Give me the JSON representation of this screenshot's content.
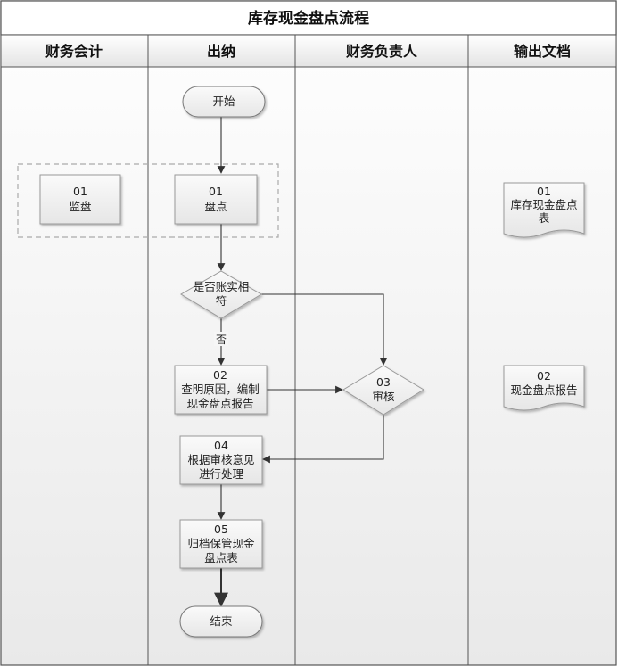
{
  "title": "库存现金盘点流程",
  "lanes": [
    "财务会计",
    "出纳",
    "财务负责人",
    "输出文档"
  ],
  "nodes": {
    "start": "开始",
    "monitor": [
      "01",
      "监盘"
    ],
    "count": [
      "01",
      "盘点"
    ],
    "decision": [
      "是否账实相",
      "符"
    ],
    "investigate": [
      "02",
      "查明原因，编制",
      "现金盘点报告"
    ],
    "review": [
      "03",
      "审核"
    ],
    "process": [
      "04",
      "根据审核意见",
      "进行处理"
    ],
    "archive": [
      "05",
      "归档保管现金",
      "盘点表"
    ],
    "end": "结束"
  },
  "documents": {
    "doc1": [
      "01",
      "库存现金盘点",
      "表"
    ],
    "doc2": [
      "02",
      "现金盘点报告"
    ]
  },
  "edge_labels": {
    "no": "否"
  }
}
